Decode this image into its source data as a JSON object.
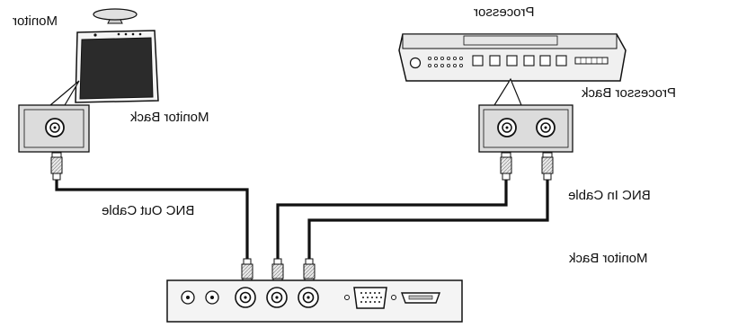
{
  "labels": {
    "monitor": "Monitor",
    "processor": "Processor",
    "processor_back": "Processor Back",
    "monitor_back_top": "Monitor Back",
    "bnc_out_cable": "BNC Out Cable",
    "bnc_in_cable": "BNC In Cable",
    "monitor_back_bottom": "Monitor Back"
  },
  "colors": {
    "line": "#111111",
    "panel_fill": "#dcdcdc",
    "screen_fill": "#2b2b2b",
    "device_fill": "#f0f0f0"
  }
}
